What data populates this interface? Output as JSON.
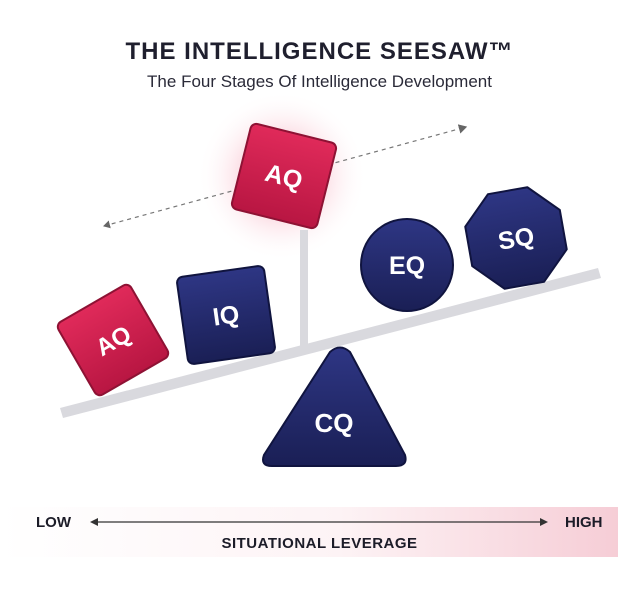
{
  "header": {
    "title": "THE INTELLIGENCE SEESAW™",
    "subtitle": "The Four Stages Of Intelligence Development"
  },
  "blocks": {
    "aq_top": "AQ",
    "aq_left": "AQ",
    "iq": "IQ",
    "eq": "EQ",
    "sq": "SQ",
    "cq": "CQ"
  },
  "axis": {
    "low": "LOW",
    "high": "HIGH",
    "label": "SITUATIONAL LEVERAGE"
  },
  "colors": {
    "navy": "#23286b",
    "crimson": "#d1214f",
    "beam": "#d9d9de"
  }
}
